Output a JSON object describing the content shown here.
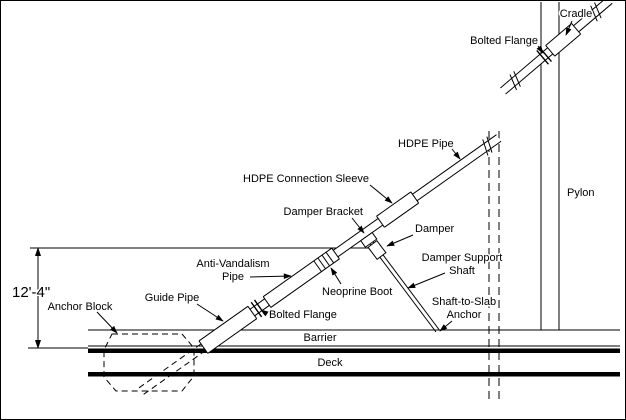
{
  "labels": {
    "cradle": "Cradle",
    "bolted_flange_top": "Bolted Flange",
    "hdpe_pipe": "HDPE Pipe",
    "pylon": "Pylon",
    "hdpe_connection_sleeve": "HDPE Connection Sleeve",
    "damper_bracket": "Damper Bracket",
    "damper": "Damper",
    "anti_vandalism_line1": "Anti-Vandalism",
    "anti_vandalism_line2": "Pipe",
    "neoprine_boot": "Neoprine Boot",
    "damper_support_line1": "Damper Support",
    "damper_support_line2": "Shaft",
    "shaft_to_slab_line1": "Shaft-to-Slab",
    "shaft_to_slab_line2": "Anchor",
    "guide_pipe": "Guide Pipe",
    "bolted_flange_bottom": "Bolted Flange",
    "anchor_block": "Anchor Block",
    "barrier": "Barrier",
    "deck": "Deck",
    "dimension": "12'-4\""
  },
  "colors": {
    "line": "#000000",
    "background": "#ffffff"
  }
}
